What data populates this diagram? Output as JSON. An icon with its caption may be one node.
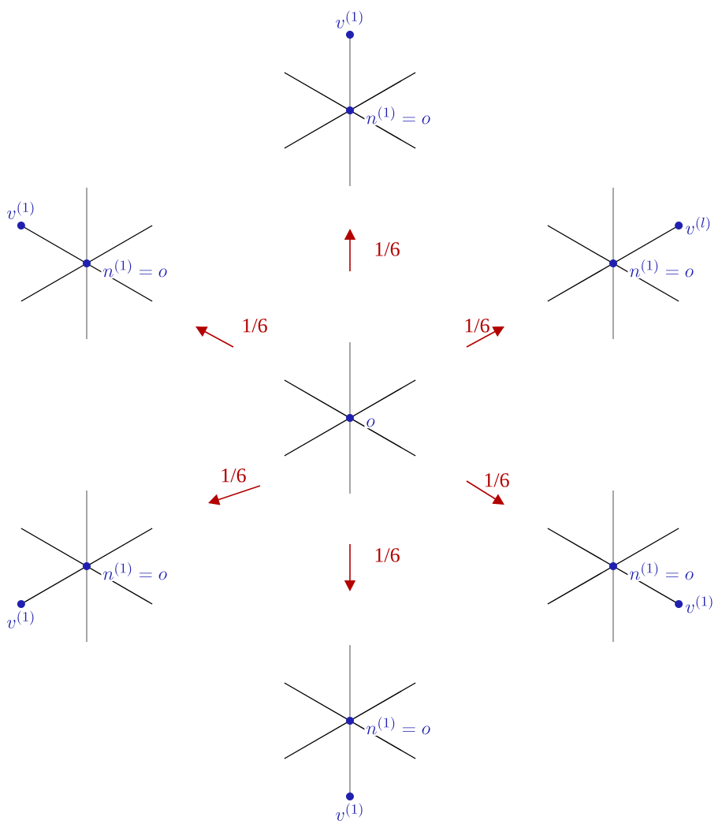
{
  "diagram": {
    "nodes": [
      {
        "text": [
          "o"
        ]
      },
      {
        "text": [
          "v^{(1)}",
          "n^{(1)} = o"
        ]
      },
      {
        "text": [
          "v^{(1)}",
          "n^{(1)} = o"
        ]
      },
      {
        "text": [
          "v^{(l)}",
          "n^{(1)} = o"
        ]
      },
      {
        "text": [
          "n^{(1)} = o",
          "v^{(1)}"
        ]
      },
      {
        "text": [
          "n^{(1)} = o",
          "v^{(1)}"
        ]
      },
      {
        "text": [
          "n^{(1)} = o",
          "v^{(1)}"
        ]
      }
    ],
    "labels": [
      "1/6",
      "1/6",
      "1/6",
      "1/6",
      "1/6",
      "1/6"
    ]
  }
}
